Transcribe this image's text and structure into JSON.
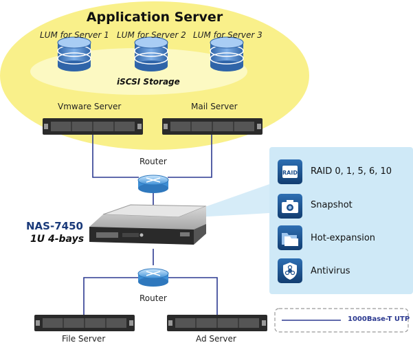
{
  "application_server": {
    "title": "Application Server",
    "luns": [
      "LUM for Server 1",
      "LUM for Server 2",
      "LUM for Server 3"
    ],
    "storage_label": "iSCSI Storage",
    "servers": [
      "Vmware Server",
      "Mail Server"
    ]
  },
  "routers": [
    "Router",
    "Router"
  ],
  "nas": {
    "name": "NAS-7450",
    "subtitle": "1U 4-bays"
  },
  "features": [
    {
      "icon": "raid-icon",
      "label": "RAID 0, 1, 5, 6, 10",
      "icon_text": "RAID"
    },
    {
      "icon": "camera-icon",
      "label": "Snapshot"
    },
    {
      "icon": "folders-icon",
      "label": "Hot-expansion"
    },
    {
      "icon": "biohazard-shield-icon",
      "label": "Antivirus"
    }
  ],
  "bottom_servers": [
    "File Server",
    "Ad Server"
  ],
  "legend": {
    "label": "1000Base-T UTP"
  },
  "colors": {
    "app_server_area": "#f9f08a",
    "storage_area": "#fcf9c8",
    "feature_panel": "#cfe9f7",
    "link_line": "#2b3990",
    "feature_icon_bg": "#1d4f8c",
    "disk_blue": "#4f86c6"
  }
}
